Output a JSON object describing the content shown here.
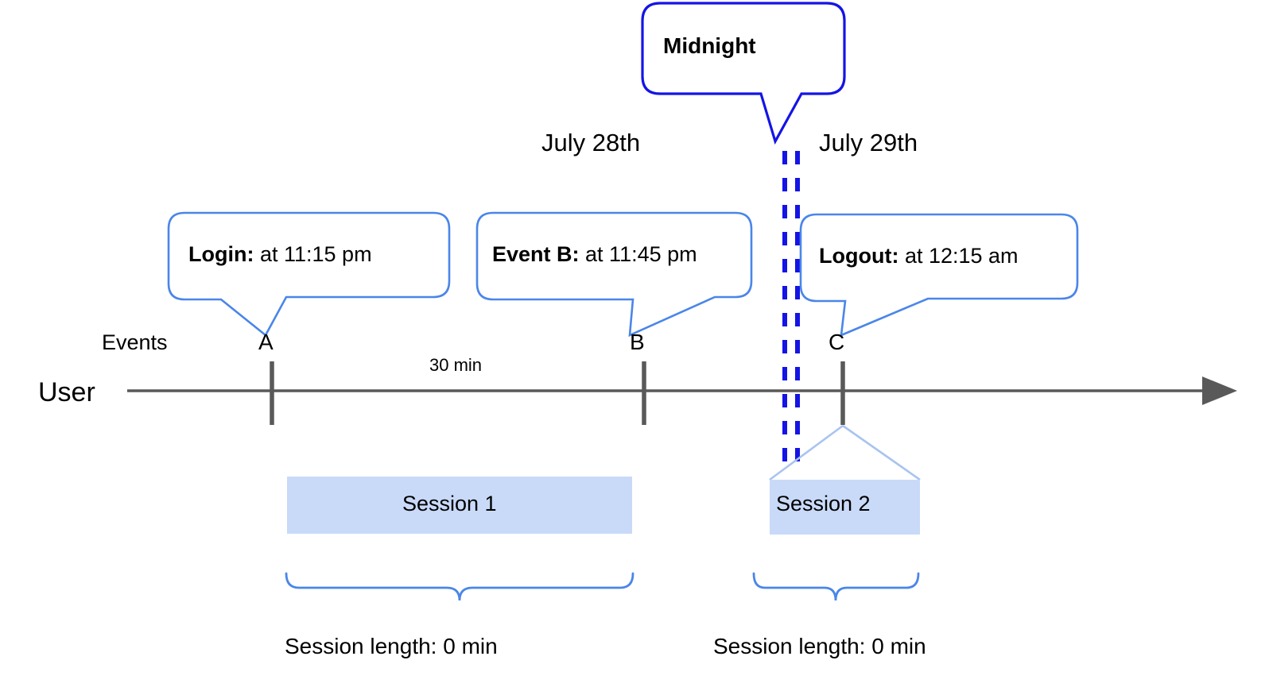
{
  "diagram": {
    "title_elements": {
      "axis_row_label": "User",
      "events_row_label": "Events"
    },
    "midnight_callout": {
      "label": "Midnight",
      "border_color": "#1414E6"
    },
    "dates": [
      {
        "label": "July 28th"
      },
      {
        "label": "July 29th"
      }
    ],
    "event_callouts": [
      {
        "bold": "Login:",
        "rest": " at 11:15 pm"
      },
      {
        "bold": "Event B:",
        "rest": " at 11:45 pm"
      },
      {
        "bold": "Logout:",
        "rest": " at 12:15 am"
      }
    ],
    "event_markers": [
      {
        "letter": "A"
      },
      {
        "letter": "B"
      },
      {
        "letter": "C"
      }
    ],
    "interval_label": "30 min",
    "sessions": [
      {
        "label": "Session 1",
        "length_label": "Session length: 0 min"
      },
      {
        "label": "Session 2",
        "length_label": "Session length: 0 min"
      }
    ],
    "colors": {
      "callout_border": "#4A86E8",
      "midnight_border": "#1414E6",
      "midnight_dashed_line": "#1414E6",
      "session_bar_fill": "#C9DAF8",
      "session_bar_edge": "#A8C4F0",
      "axis": "#595959",
      "brace": "#4A86E8",
      "text": "#000000"
    }
  }
}
